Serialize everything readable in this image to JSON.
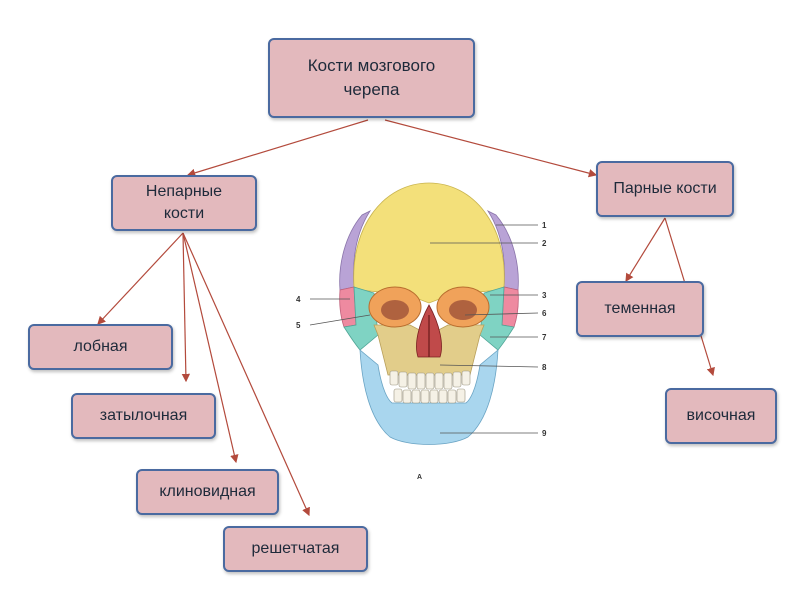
{
  "nodes": {
    "root": "Кости мозгового черепа",
    "unpaired": "Непарные кости",
    "paired": "Парные кости",
    "frontal": "лобная",
    "occipital": "затылочная",
    "sphenoid": "клиновидная",
    "ethmoid": "решетчатая",
    "parietal": "теменная",
    "temporal": "височная"
  },
  "skull_figure": {
    "labels": [
      "1",
      "2",
      "3",
      "4",
      "5",
      "6",
      "7",
      "8",
      "9"
    ],
    "caption": "А"
  },
  "colors": {
    "box_fill": "#e3b9bd",
    "box_border": "#4a6aa0",
    "connector": "#b34a3c",
    "frontal_bone": "#f3e07a",
    "parietal_bone": "#b9a3d6",
    "temporal_bone": "#ee8aa0",
    "zygomatic_bone": "#7fd3c3",
    "maxilla": "#e2cd8a",
    "mandible": "#a9d6ee",
    "orbit": "#f0a25a"
  }
}
